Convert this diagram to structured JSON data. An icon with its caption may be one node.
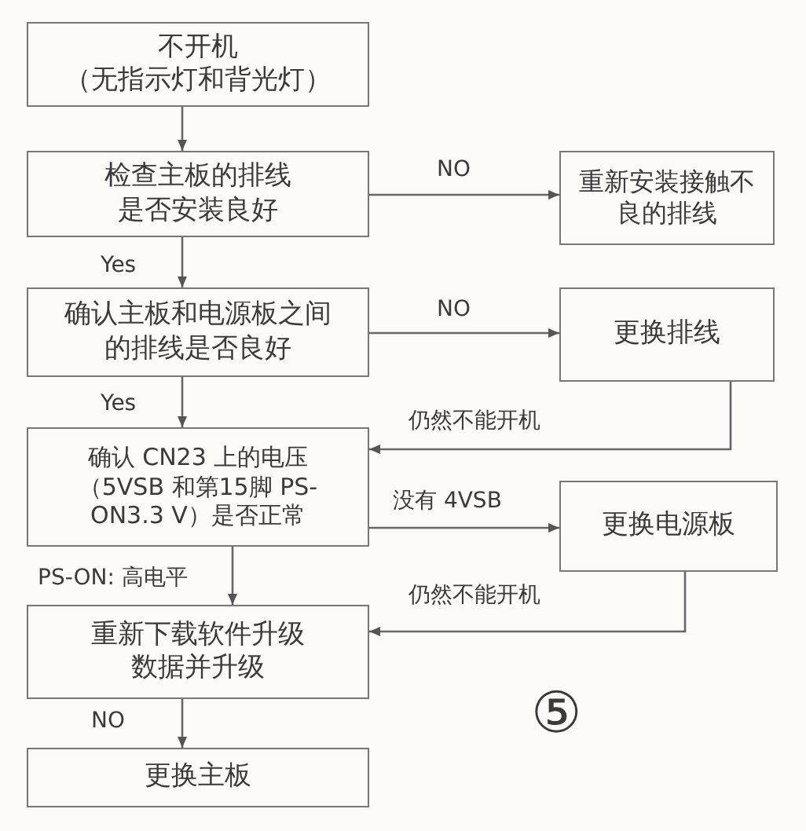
{
  "diagram": {
    "nodes": [
      {
        "text": [
          "不开机",
          "（无指示灯和背光灯）"
        ]
      },
      {
        "text": [
          "检查主板的排线是否安装良好"
        ]
      },
      {
        "text": [
          "重新安装接触不良的排线"
        ]
      },
      {
        "text": [
          "确认主板和电源板之间的排线是否良好"
        ]
      },
      {
        "text": [
          "更换排线"
        ]
      },
      {
        "text": [
          "确认 CN23 上的电压（5VSB 和第15脚 PS-ON3.3 V）是否正常"
        ]
      },
      {
        "text": [
          "更换电源板"
        ]
      },
      {
        "text": [
          "重新下载软件升级数据并升级"
        ]
      },
      {
        "text": [
          "更换主板"
        ]
      }
    ],
    "edges": [
      {
        "from": 0,
        "to": 1,
        "arrow": "to"
      },
      {
        "from": 1,
        "to": 2,
        "arrow": "to",
        "label": "NO"
      },
      {
        "from": 1,
        "to": 3,
        "arrow": "to",
        "label": "Yes"
      },
      {
        "from": 3,
        "to": 4,
        "arrow": "to",
        "label": "NO"
      },
      {
        "from": 3,
        "to": 5,
        "arrow": "to",
        "label": "Yes"
      },
      {
        "from": 4,
        "to": 5,
        "arrow": "to",
        "label": "仍然不能开机"
      },
      {
        "from": 5,
        "to": 6,
        "arrow": "to",
        "label": "没有 4VSB"
      },
      {
        "from": 5,
        "to": 7,
        "arrow": "to",
        "label": "PS-ON: 高电平"
      },
      {
        "from": 6,
        "to": 7,
        "arrow": "to",
        "label": "仍然不能开机"
      },
      {
        "from": 7,
        "to": 8,
        "arrow": "to",
        "label": "NO"
      }
    ],
    "labels": [
      "⑤"
    ]
  }
}
